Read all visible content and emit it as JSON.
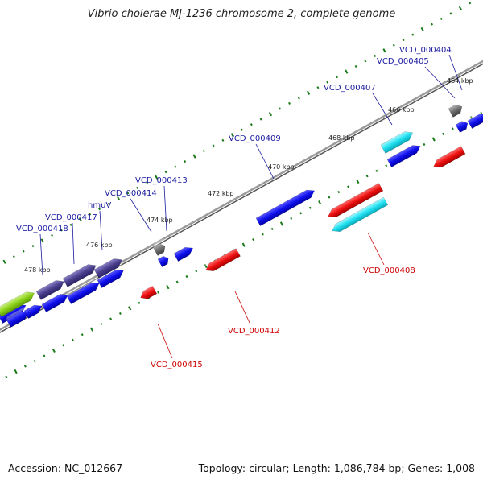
{
  "title": "Vibrio cholerae MJ-1236 chromosome 2, complete genome",
  "footer": {
    "accession": "Accession: NC_012667",
    "summary": "Topology: circular; Length: 1,086,784 bp; Genes: 1,008"
  },
  "colors": {
    "blue_gene": "#0a0ae0",
    "red_gene": "#e01010",
    "cyan_gene": "#10d8e8",
    "purple_gene": "#4a3f8c",
    "green_gene": "#8ed21a",
    "gray_gene": "#707070",
    "label_blue": "#1a1aa0",
    "label_red": "#cc0000",
    "tick_green": "#1a7a1a",
    "backbone": "#8a8a8a"
  },
  "kbp_labels": [
    "464 kbp",
    "466 kbp",
    "468 kbp",
    "470 kbp",
    "472 kbp",
    "474 kbp",
    "476 kbp",
    "478 kbp"
  ],
  "gene_labels_top": [
    "VCD_000404",
    "VCD_000405",
    "VCD_000407",
    "VCD_000409",
    "VCD_000413",
    "VCD_000414",
    "hmuV",
    "VCD_000417",
    "VCD_000418"
  ],
  "gene_labels_bottom": [
    "VCD_000408",
    "VCD_000412",
    "VCD_000415"
  ]
}
